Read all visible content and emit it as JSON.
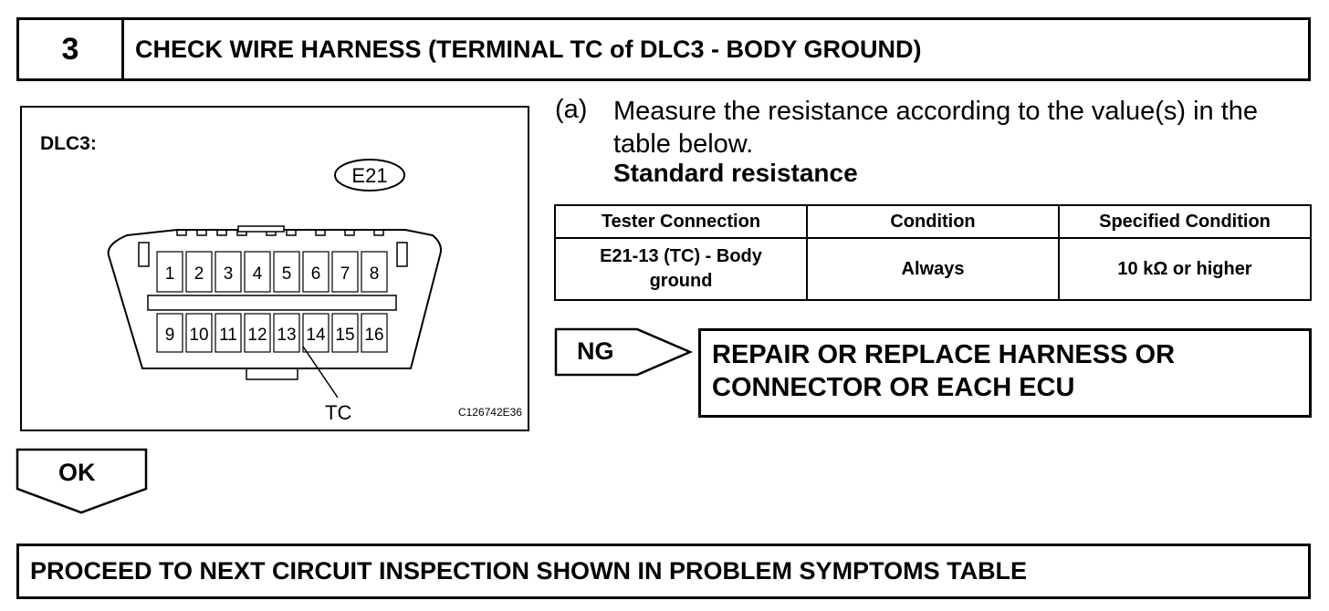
{
  "step": {
    "number": "3",
    "title": "CHECK WIRE HARNESS (TERMINAL TC of DLC3 - BODY GROUND)"
  },
  "diagram": {
    "connector_name": "DLC3:",
    "connector_code": "E21",
    "pins_top": [
      "1",
      "2",
      "3",
      "4",
      "5",
      "6",
      "7",
      "8"
    ],
    "pins_bottom": [
      "9",
      "10",
      "11",
      "12",
      "13",
      "14",
      "15",
      "16"
    ],
    "pointer_label": "TC",
    "figure_id": "C126742E36"
  },
  "instruction": {
    "marker": "(a)",
    "text": "Measure the resistance according to the value(s) in the table below.",
    "subheading": "Standard resistance"
  },
  "table": {
    "headers": [
      "Tester Connection",
      "Condition",
      "Specified Condition"
    ],
    "rows": [
      {
        "connection_line1": "E21-13 (TC) - Body",
        "connection_line2": "ground",
        "condition": "Always",
        "specified": "10 kΩ or higher"
      }
    ]
  },
  "ng_branch": {
    "label": "NG",
    "result_line1": "REPAIR OR REPLACE HARNESS OR",
    "result_line2": "CONNECTOR OR EACH ECU"
  },
  "ok_branch": {
    "label": "OK"
  },
  "proceed": {
    "text": "PROCEED TO NEXT CIRCUIT INSPECTION SHOWN IN PROBLEM SYMPTOMS TABLE"
  }
}
